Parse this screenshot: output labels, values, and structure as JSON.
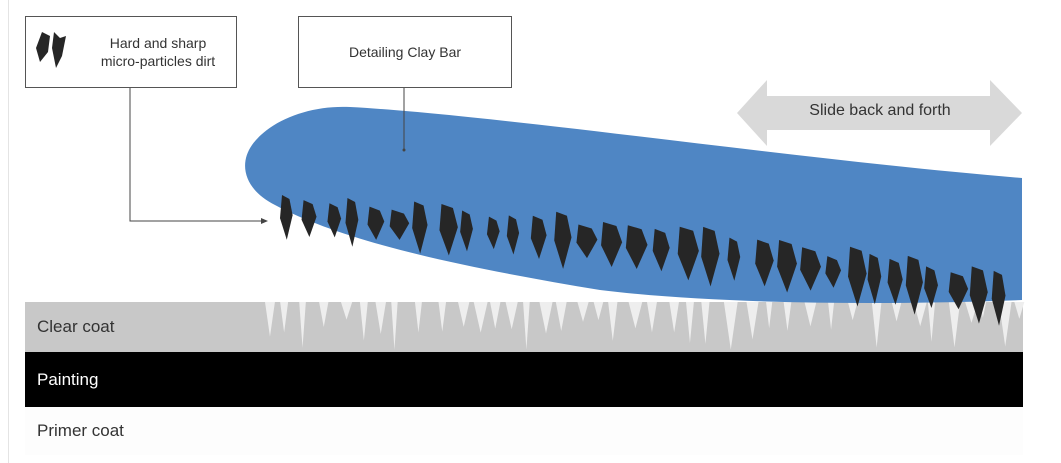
{
  "legend_particles": {
    "label_line1": "Hard and sharp",
    "label_line2": "micro-particles dirt"
  },
  "legend_clay": {
    "label": "Detailing Clay Bar"
  },
  "motion": {
    "label": "Slide back and forth"
  },
  "layers": [
    {
      "label": "Clear coat",
      "color": "#c8c8c8",
      "text_color": "#333333"
    },
    {
      "label": "Painting",
      "color": "#000000",
      "text_color": "#ffffff"
    },
    {
      "label": "Primer coat",
      "color": "#fdfdfd",
      "text_color": "#333333"
    }
  ],
  "colors": {
    "clay": "#4f86c4",
    "particle": "#262626",
    "scratch": "#eeeeee",
    "arrow": "#d9d9d9"
  }
}
